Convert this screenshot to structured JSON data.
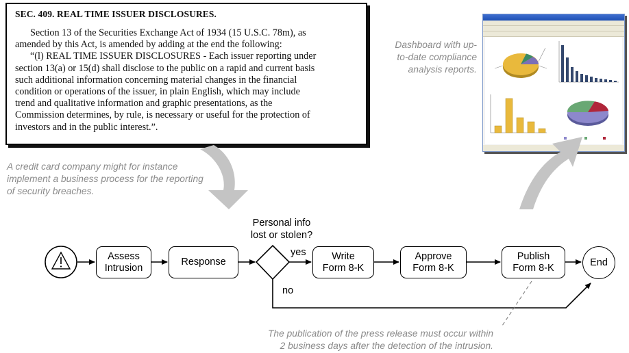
{
  "law_excerpt": {
    "title": "SEC. 409. REAL TIME ISSUER DISCLOSURES.",
    "para1_lines": [
      "Section 13 of the Securities Exchange Act of 1934 (15 U.S.C. 78m), as",
      "amended by this Act, is amended by adding at the end the following:"
    ],
    "para2_lines": [
      "“(l) REAL TIME ISSUER DISCLOSURES - Each issuer reporting under",
      "section 13(a) or 15(d) shall disclose to the public on a rapid and current basis",
      "such additional information concerning material changes in the financial",
      "condition or operations of the issuer, in plain English, which may include",
      "trend and qualitative information and graphic presentations, as the",
      "Commission determines, by rule, is necessary or useful for the protection of",
      "investors and in the public interest.”."
    ]
  },
  "captions": {
    "dashboard": "Dashboard with up-to-date compliance analysis reports.",
    "credit_card": "A credit card company might for instance implement a business process for the reporting of security breaches.",
    "publication_line1": "The publication of the press release must occur within",
    "publication_line2": "2 business days after the detection of the intrusion."
  },
  "process": {
    "start_event_icon": "warning-triangle-icon",
    "tasks": [
      {
        "id": "assess",
        "label": "Assess\nIntrusion"
      },
      {
        "id": "response",
        "label": "Response"
      },
      {
        "id": "write",
        "label": "Write\nForm 8-K"
      },
      {
        "id": "approve",
        "label": "Approve\nForm 8-K"
      },
      {
        "id": "publish",
        "label": "Publish\nForm 8-K"
      }
    ],
    "gateway_question": "Personal info\nlost or stolen?",
    "yes_label": "yes",
    "no_label": "no",
    "end_label": "End"
  },
  "colors": {
    "arrow_grey": "#c4c4c4",
    "caption_grey": "#8a8a8a",
    "pie_orange": "#e9b93c",
    "bar_navy": "#34486e"
  }
}
